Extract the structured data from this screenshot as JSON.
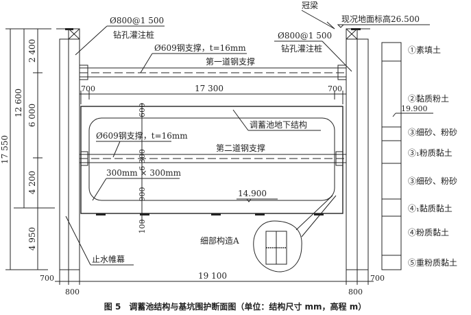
{
  "labels": {
    "crown_beam": "冠梁",
    "ground_level": "现况地面标高26.500",
    "pile_left_spec": "Ø800@1 500",
    "pile_left_name": "钻孔灌注桩",
    "pile_right_spec": "Ø800@1 500",
    "pile_right_name": "钻孔灌注桩",
    "strut1_spec": "Ø609钢支撑，t=16mm",
    "strut1_name": "第一道钢支撑",
    "strut2_spec": "Ø609钢支撑，t=16mm",
    "strut2_name": "第二道钢支撑",
    "structure_name": "调蓄池地下结构",
    "haunch": "300mm × 300mm",
    "bottom_elev": "14.900",
    "detail": "细部构造A",
    "cutoff_curtain": "止水帷幕",
    "elev_19900": "19.900"
  },
  "dims": {
    "total_height": "17 550",
    "upper_height": "12 600",
    "d2400": "2 400",
    "d6000": "6 000",
    "d4200": "4 200",
    "d4950": "4 950",
    "inner_width": "17 300",
    "gap_left": "700",
    "gap_right": "700",
    "top_slab": "600",
    "clear_height": "6 300",
    "bottom_slab": "900",
    "cushion": "100",
    "total_width": "19 100",
    "curtain_left": "700",
    "pile_left": "800",
    "pile_right": "800",
    "curtain_right": "700"
  },
  "soil_layers": [
    {
      "label": "①素填土"
    },
    {
      "label": "②黏质粉土"
    },
    {
      "label": "③细砂、粉砂"
    },
    {
      "label": "③₁粉质黏土"
    },
    {
      "label": "③细砂、粉砂"
    },
    {
      "label": "④₁黏质黏土"
    },
    {
      "label": "④粉质黏土"
    },
    {
      "label": "⑤重粉质黏土"
    }
  ],
  "caption": "图 5　调蓄池结构与基坑围护断面图（单位：结构尺寸 mm，高程 m）"
}
